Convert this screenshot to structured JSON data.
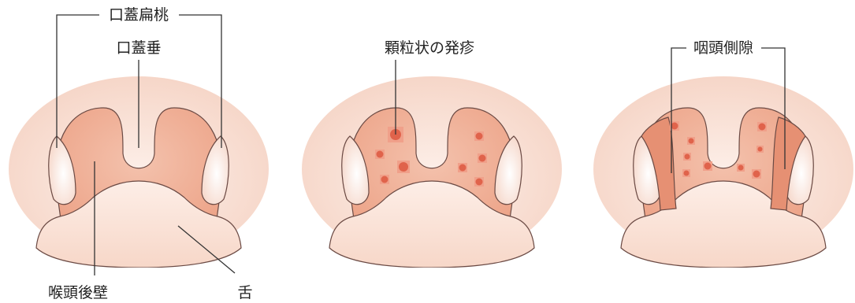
{
  "panels": [
    {
      "id": "normal",
      "labels": {
        "tonsil": "口蓋扁桃",
        "uvula": "口蓋垂",
        "posterior_wall": "喉頭後壁",
        "tongue": "舌"
      }
    },
    {
      "id": "granular",
      "labels": {
        "rash": "顆粒状の発疹"
      }
    },
    {
      "id": "lateral",
      "labels": {
        "lateral_band": "咽頭側隙"
      }
    }
  ],
  "colors": {
    "face_bg": "#f9e1d6",
    "throat": "#f2b59c",
    "tonsil_outer": "#f9e3d9",
    "tonsil_inner": "#fdf8f4",
    "tongue": "#fbe6dc",
    "rash": "#e0634b",
    "rash_halo": "#f0a08a",
    "lateral_band": "#e69073",
    "outline": "#6b4a44"
  }
}
